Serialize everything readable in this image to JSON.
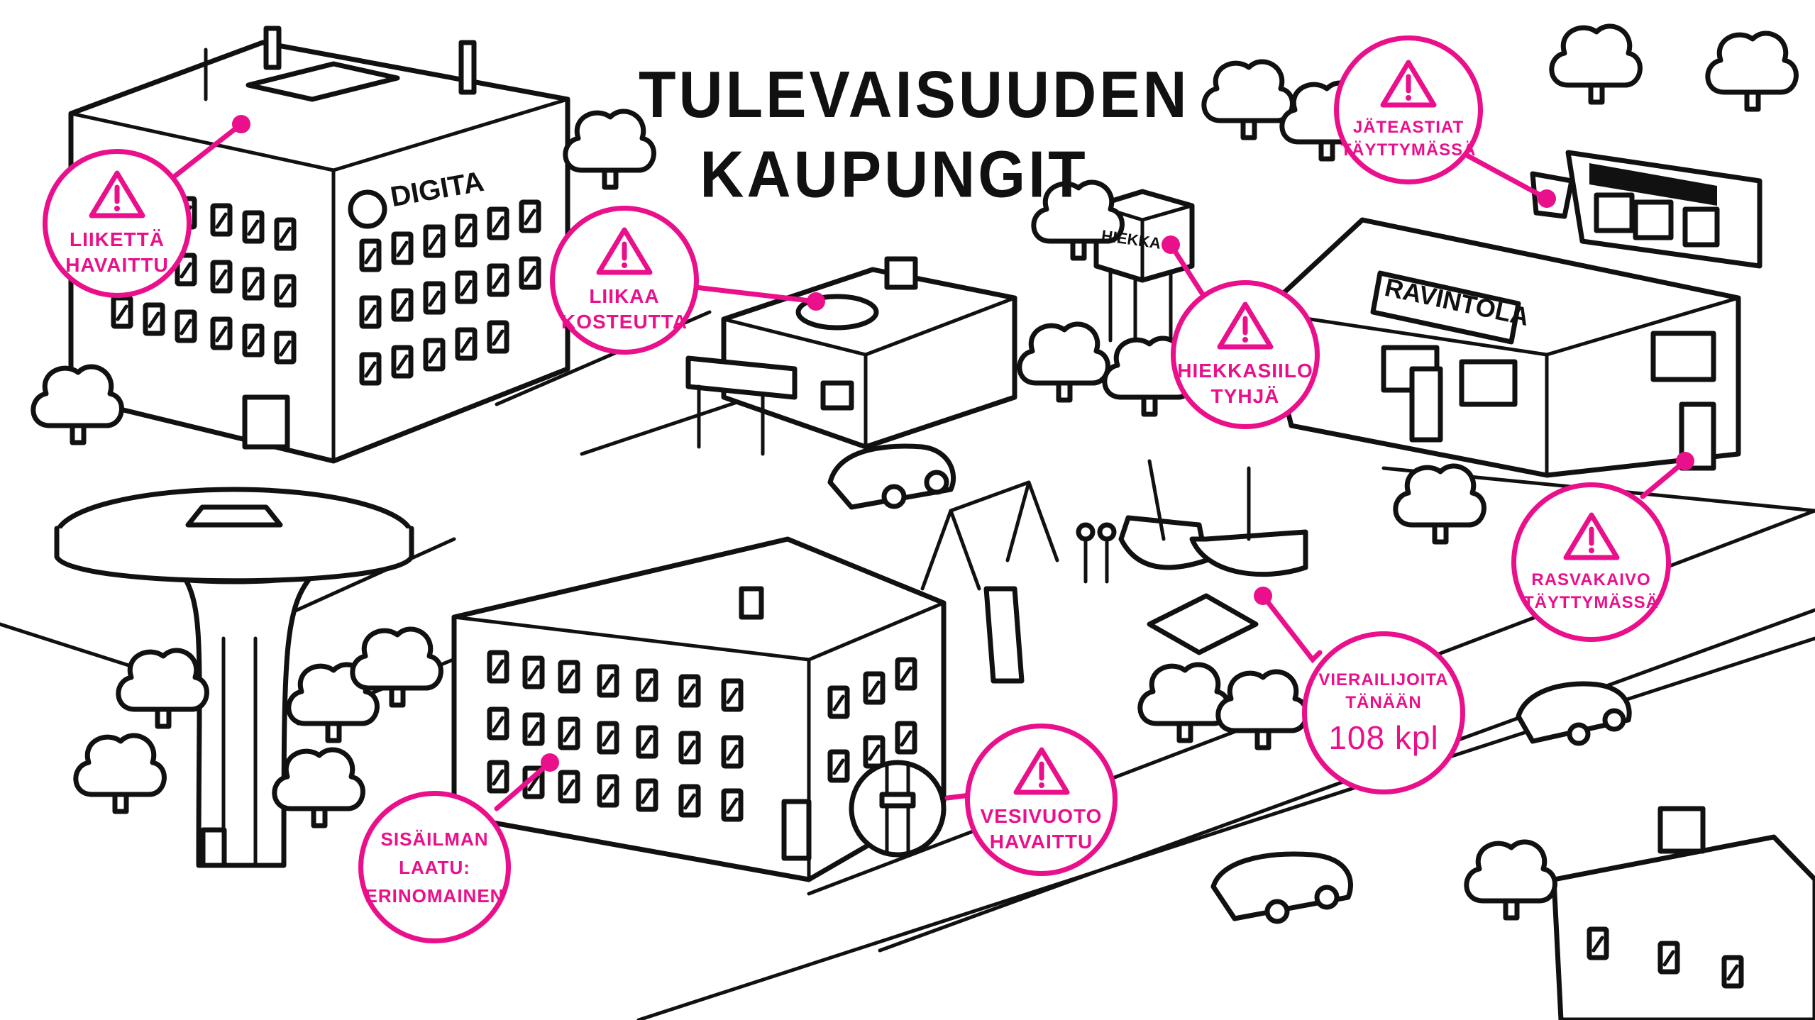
{
  "title": {
    "line1": "TULEVAISUUDEN",
    "line2": "KAUPUNGIT"
  },
  "accent_color": "#ea0f8b",
  "signs": {
    "office": "DIGITA",
    "restaurant": "RAVINTOLA",
    "sand_silo": "HIEKKA"
  },
  "callouts": [
    {
      "id": "motion",
      "icon": "warning-icon",
      "line1": "LIIKETTÄ",
      "line2": "HAVAITTU"
    },
    {
      "id": "moisture",
      "icon": "warning-icon",
      "line1": "LIIKAA",
      "line2": "KOSTEUTTA"
    },
    {
      "id": "sand",
      "icon": "warning-icon",
      "line1": "HIEKKASIILO",
      "line2": "TYHJÄ"
    },
    {
      "id": "waste",
      "icon": "warning-icon",
      "line1": "JÄTEASTIAT",
      "line2": "TÄYTTYMÄSSÄ"
    },
    {
      "id": "grease",
      "icon": "warning-icon",
      "line1": "RASVAKAIVO",
      "line2": "TÄYTTYMÄSSÄ"
    },
    {
      "id": "visitors",
      "icon": null,
      "line1": "VIERAILIJOITA",
      "line2": "TÄNÄÄN",
      "value": "108 kpl"
    },
    {
      "id": "leak",
      "icon": "warning-icon",
      "line1": "VESIVUOTO",
      "line2": "HAVAITTU"
    },
    {
      "id": "air",
      "icon": null,
      "line1": "SISÄILMAN",
      "line2": "LAATU:",
      "line3": "ERINOMAINEN"
    }
  ]
}
